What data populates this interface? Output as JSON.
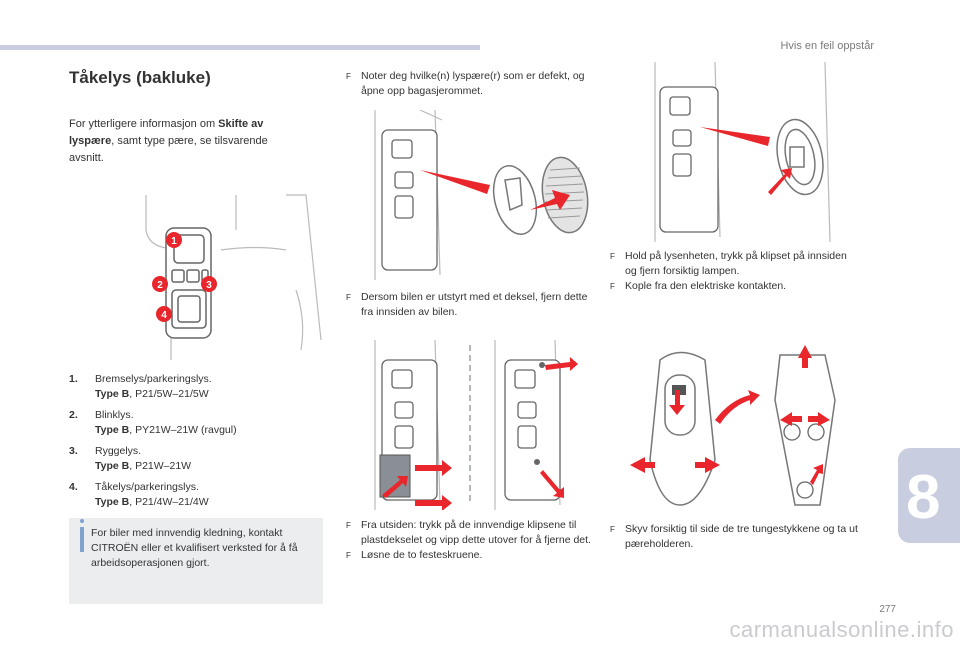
{
  "header": {
    "section": "Hvis en feil oppstår"
  },
  "title": "Tåkelys (bakluke)",
  "intro": {
    "prefix": "For ytterligere informasjon om ",
    "bold": "Skifte av lyspære",
    "suffix": ", samt type pære, se tilsvarende avsnitt."
  },
  "figure_callouts": [
    "1",
    "2",
    "3",
    "4"
  ],
  "legend": [
    {
      "num": "1.",
      "name": "Bremselys/parkeringslys.",
      "type_label": "Type B",
      "spec": ", P21/5W–21/5W"
    },
    {
      "num": "2.",
      "name": "Blinklys.",
      "type_label": "Type B",
      "spec": ", PY21W–21W (ravgul)"
    },
    {
      "num": "3.",
      "name": "Ryggelys.",
      "type_label": "Type B",
      "spec": ", P21W–21W"
    },
    {
      "num": "4.",
      "name": "Tåkelys/parkeringslys.",
      "type_label": "Type B",
      "spec": ", P21/4W–21/4W"
    }
  ],
  "note": "For biler med innvendig kledning, kontakt CITROËN eller et kvalifisert verksted for å få arbeidsoperasjonen gjort.",
  "bullet_marker": "F",
  "steps": {
    "s1": [
      "Noter deg hvilke(n) lyspære(r) som er defekt, og åpne opp bagasjerommet."
    ],
    "s2": [
      "Dersom bilen er utstyrt med et deksel, fjern dette fra innsiden av bilen."
    ],
    "s3": [
      "Fra utsiden: trykk på de innvendige klipsene til plastdekselet og vipp dette utover for å fjerne det.",
      "Løsne de to festeskruene."
    ],
    "s4": [
      "Hold på lysenheten, trykk på klipset på innsiden og fjern forsiktig lampen.",
      "Kople fra den elektriske kontakten."
    ],
    "s5": [
      "Skyv forsiktig til side de tre tungestykkene og ta ut pæreholderen."
    ]
  },
  "chapter": "8",
  "page_number": "277",
  "watermark": "carmanualsonline.info",
  "colors": {
    "accent_bar": "#c9cde0",
    "arrow_red": "#e8262b",
    "note_bg": "#ecedef",
    "note_icon": "#7fa2cf"
  }
}
